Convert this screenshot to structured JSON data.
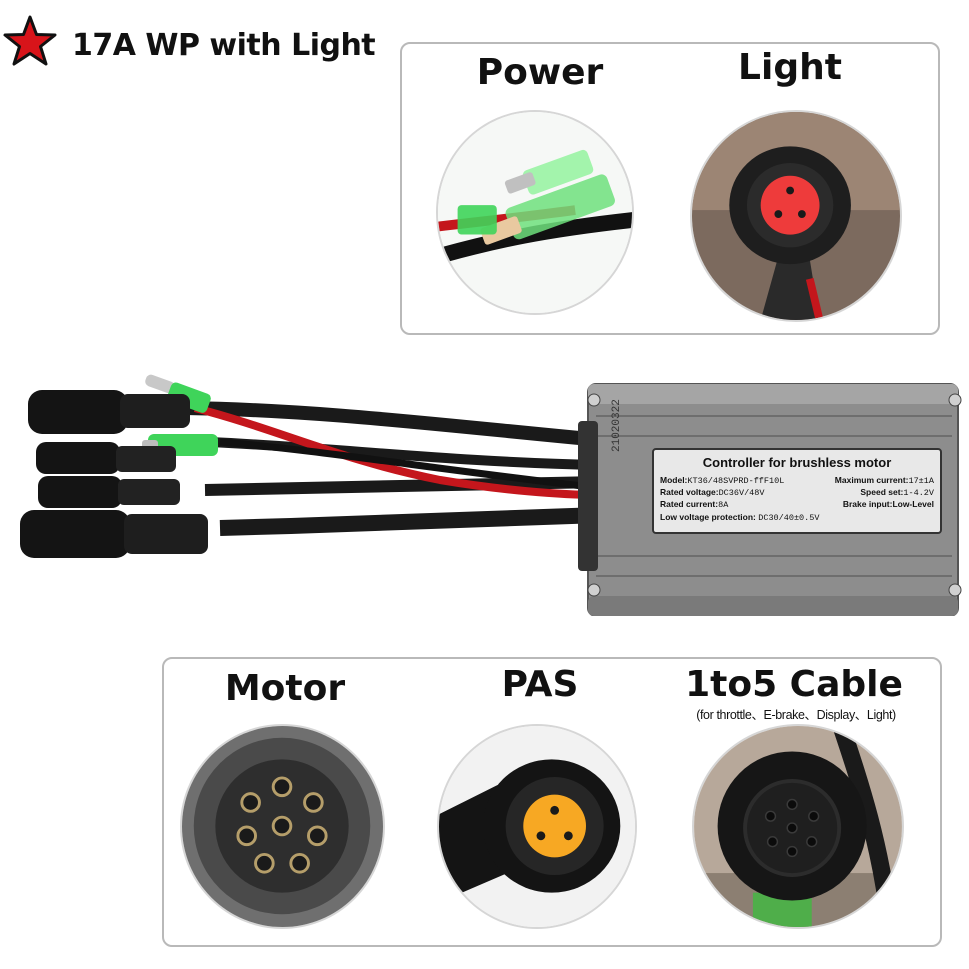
{
  "header": {
    "title": "17A WP with Light"
  },
  "top_panel": {
    "power_label": "Power",
    "light_label": "Light"
  },
  "bottom_panel": {
    "motor_label": "Motor",
    "pas_label": "PAS",
    "cable_label": "1to5 Cable",
    "cable_sublabel": "(for throttle、E-brake、Display、Light)"
  },
  "controller": {
    "serial": "21020322",
    "label_title": "Controller for brushless motor",
    "rows": [
      {
        "left_key": "Model:",
        "left_val": "KT36/48SVPRD-ffF10L",
        "right_key": "Maximum current:",
        "right_val": "17±1A"
      },
      {
        "left_key": "Rated voltage:",
        "left_val": "DC36V/48V",
        "right_key": "Speed set:",
        "right_val": "1-4.2V"
      },
      {
        "left_key": "Rated current:",
        "left_val": "8A",
        "right_key": "Brake input:",
        "right_val": "Low-Level"
      },
      {
        "left_key": "Low voltage protection:",
        "left_val": "DC30/40±0.5V",
        "right_key": "",
        "right_val": ""
      }
    ]
  },
  "colors": {
    "star": "#d8141a",
    "panel_border": "#b9b9b9",
    "housing": "#8d8d8d",
    "red_wire": "#c4161c",
    "connector_green": "#3fd45a",
    "connector_red": "#ee3b3b",
    "connector_yellow": "#f7a823"
  }
}
